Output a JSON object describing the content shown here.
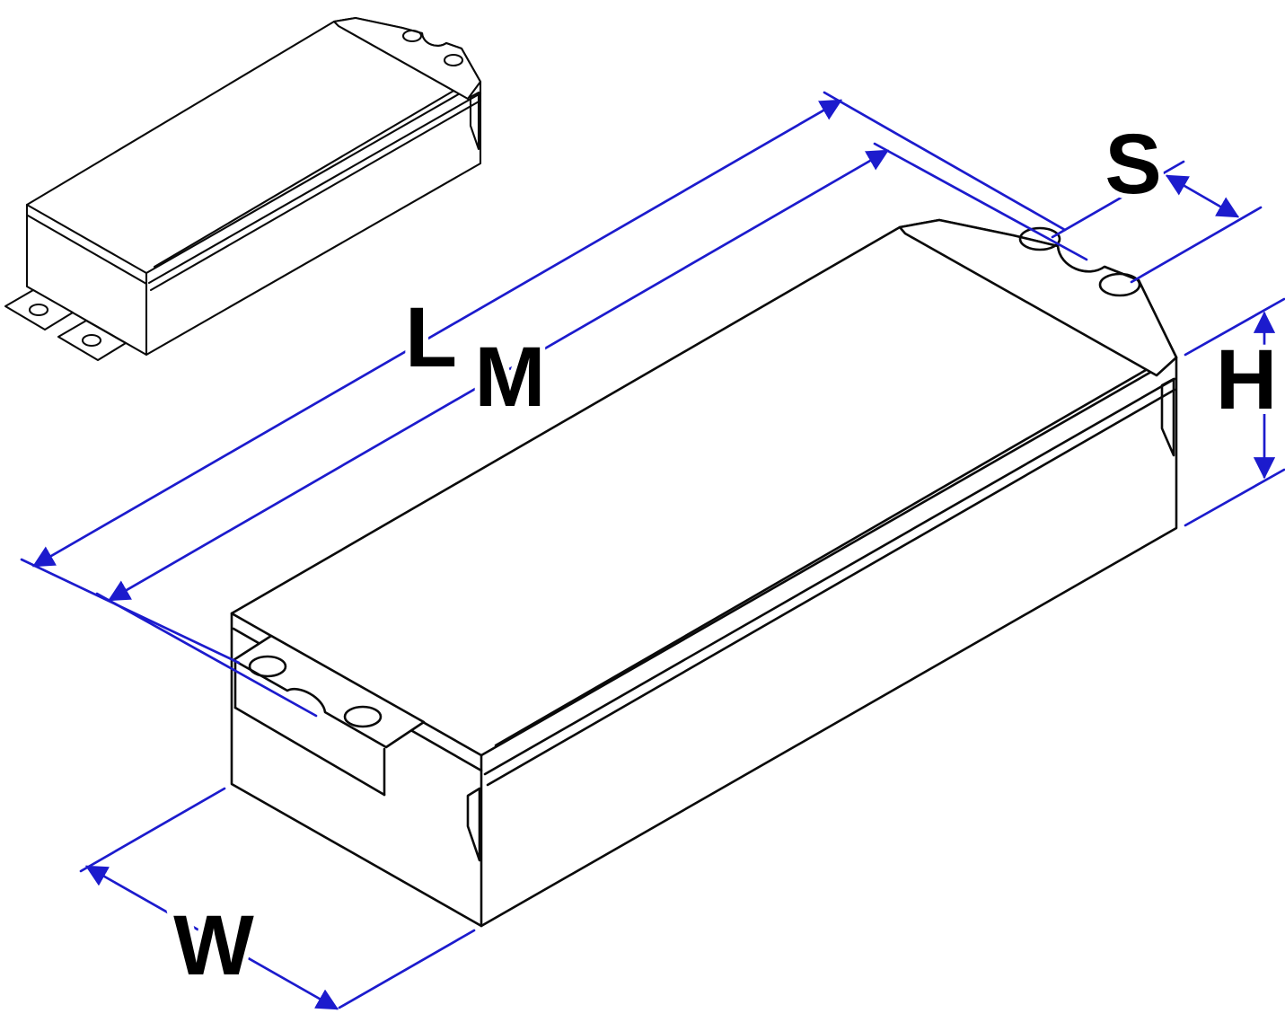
{
  "diagram": {
    "kind": "isometric-technical-line-drawing",
    "labels": {
      "L": "L",
      "M": "M",
      "S": "S",
      "H": "H",
      "W": "W"
    },
    "colors": {
      "outline": "#0a0a0a",
      "dimension_lines": "#1c1bcd",
      "label_text": "#000000",
      "background": "#ffffff"
    }
  }
}
